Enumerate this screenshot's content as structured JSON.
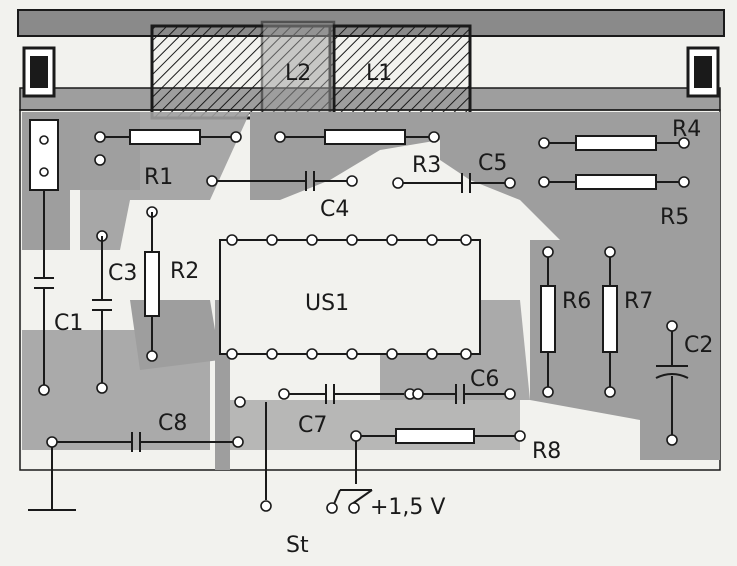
{
  "diagram": {
    "coils": [
      "L2",
      "L1"
    ],
    "resistors": [
      "R1",
      "R2",
      "R3",
      "R4",
      "R5",
      "R6",
      "R7",
      "R8"
    ],
    "capacitors": [
      "C1",
      "C2",
      "C3",
      "C4",
      "C5",
      "C6",
      "C7",
      "C8"
    ],
    "ic": "US1",
    "supply": "+1,5 V",
    "output": "St",
    "colors": {
      "board": "#f2f2ee",
      "copper": "#9e9e9e",
      "ink": "#1a1a1a",
      "ferrite": "#8a8a8a"
    }
  }
}
